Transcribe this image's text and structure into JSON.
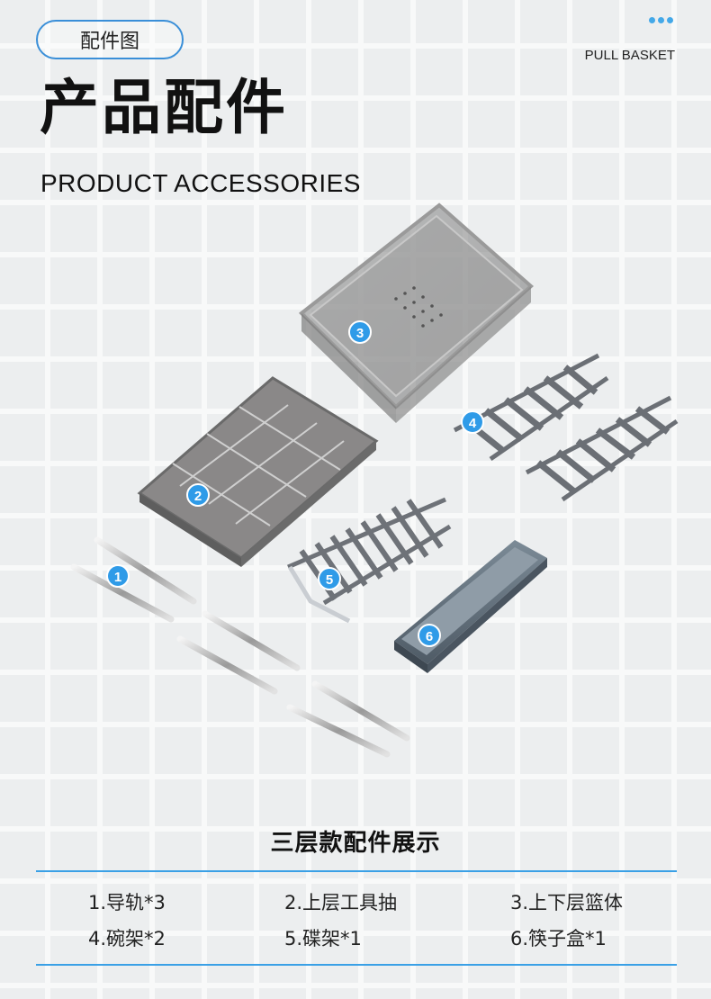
{
  "header": {
    "badge_label": "配件图",
    "brand": "PULL BASKET",
    "title": "产品配件",
    "subtitle": "PRODUCT ACCESSORIES"
  },
  "markers": [
    "1",
    "2",
    "3",
    "4",
    "5",
    "6"
  ],
  "section": {
    "title": "三层款配件展示",
    "items": [
      "1.导轨*3",
      "2.上层工具抽",
      "3.上下层篮体",
      "4.碗架*2",
      "5.碟架*1",
      "6.筷子盒*1"
    ]
  },
  "colors": {
    "accent": "#3a8fd8",
    "marker": "#2f9be8",
    "background": "#eceeef"
  }
}
